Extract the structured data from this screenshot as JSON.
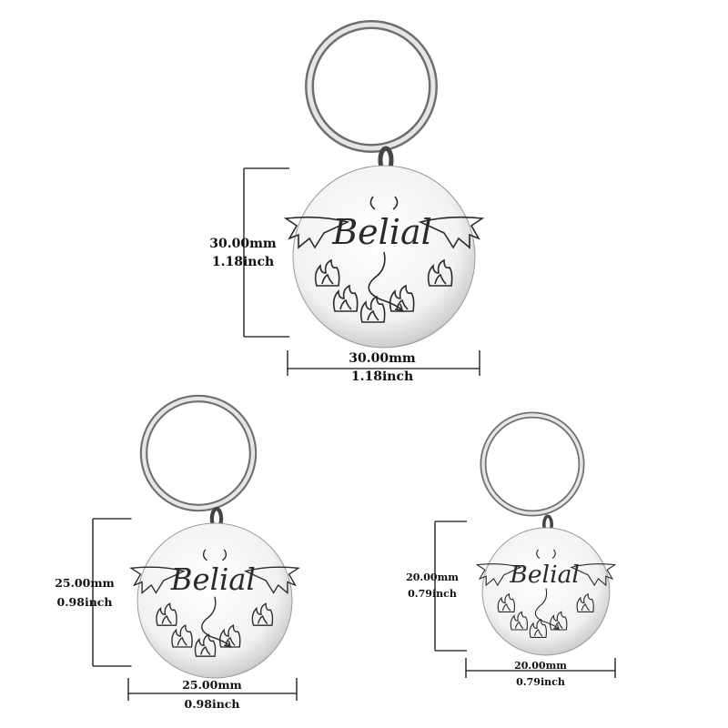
{
  "engraving_text": "Belial",
  "products": [
    {
      "size": "large",
      "height_label": [
        "30.00mm",
        "1.18inch"
      ],
      "width_label": [
        "30.00mm",
        "1.18inch"
      ]
    },
    {
      "size": "medium",
      "height_label": [
        "25.00mm",
        "0.98inch"
      ],
      "width_label": [
        "25.00mm",
        "0.98inch"
      ]
    },
    {
      "size": "small",
      "height_label": [
        "20.00mm",
        "0.79inch"
      ],
      "width_label": [
        "20.00mm",
        "0.79inch"
      ]
    }
  ],
  "colors": {
    "steel": "#d9d9d9",
    "engraving": "#2a2a2a",
    "text": "#111111"
  }
}
